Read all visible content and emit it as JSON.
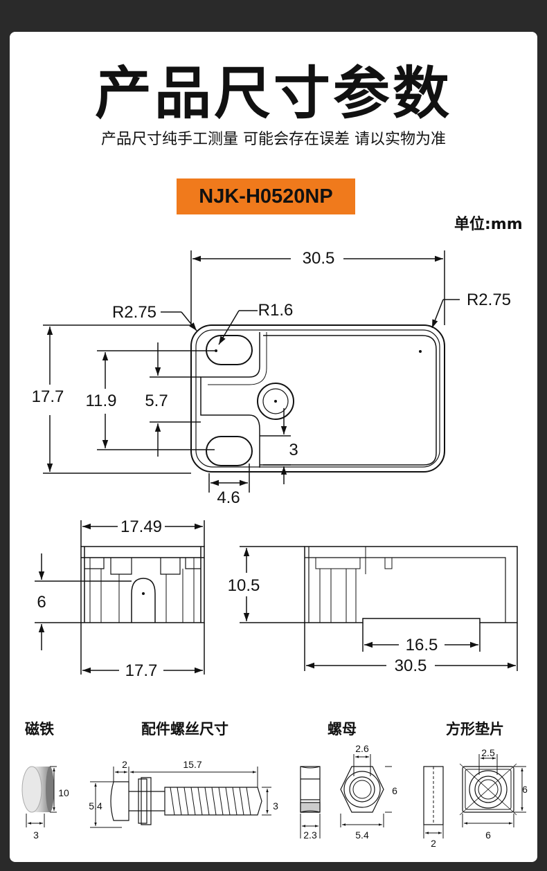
{
  "header": {
    "title": "产品尺寸参数",
    "subtitle": "产品尺寸纯手工测量 可能会存在误差 请以实物为准",
    "model": "NJK-H0520NP",
    "unit": "单位:mm"
  },
  "top_view": {
    "width": "30.5",
    "height": "17.7",
    "slot_pitch": "11.9",
    "slot_offset": "5.7",
    "radius_left": "R2.75",
    "radius_right": "R2.75",
    "slot_radius": "R1.6",
    "edge_gap": "3",
    "slot_width": "4.6"
  },
  "front_view": {
    "top_width": "17.49",
    "bottom_width": "17.7",
    "slot_height": "6"
  },
  "side_view": {
    "height": "10.5",
    "recess_length": "16.5",
    "length": "30.5"
  },
  "accessories": {
    "magnet_label": "磁铁",
    "magnet_dims": {
      "height": "10",
      "thickness": "3"
    },
    "screw_label": "配件螺丝尺寸",
    "screw_dims": {
      "head": "2",
      "length": "15.7",
      "head_dia": "5.4",
      "thread": "3"
    },
    "nut_label": "螺母",
    "nut_dims": {
      "hole": "2.6",
      "across": "6",
      "thickness": "2.3",
      "width": "5.4"
    },
    "washer_label": "方形垫片",
    "washer_dims": {
      "hole": "2.5",
      "side": "6",
      "thickness": "2",
      "width": "6"
    }
  }
}
